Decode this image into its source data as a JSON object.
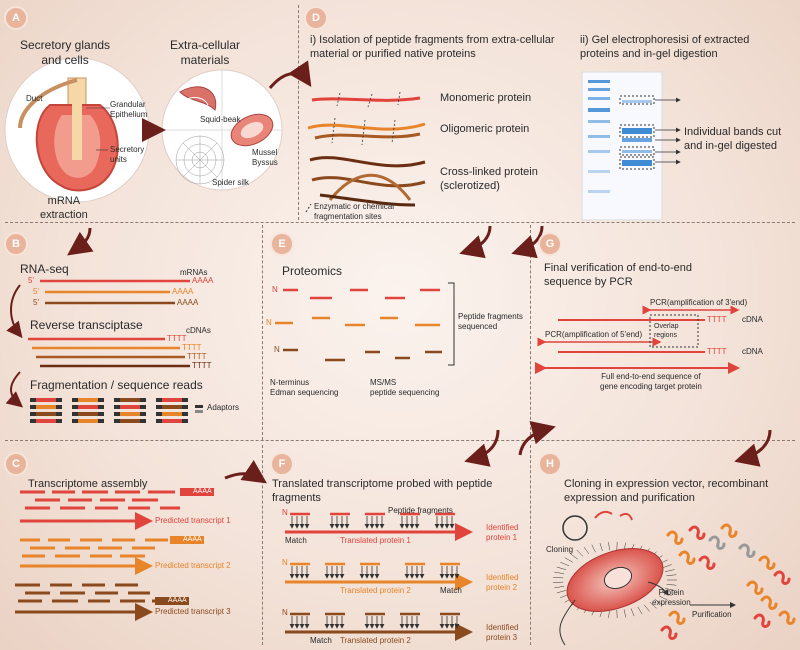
{
  "panelA": {
    "badge": "A",
    "title": "Secretory glands\nand cells",
    "ecm_title": "Extra-cellular\nmaterials",
    "duct": "Duct",
    "epithelium": "Grandular\nEpithelium",
    "secretory_units": "Secretory\nunits",
    "squid": "Squid-beak",
    "mussel": "Mussel\nByssus",
    "spider": "Spider silk",
    "mrna": "mRNA\nextraction"
  },
  "panelD": {
    "badge": "D",
    "title_i": "i) Isolation of peptide fragments from extra-cellular\nmaterial or purified native proteins",
    "title_ii": "ii) Gel electrophoresisi of extracted\nproteins and in-gel digestion",
    "monomeric": "Monomeric protein",
    "oligomeric": "Oligomeric protein",
    "crosslinked": "Cross-linked protein\n(sclerotized)",
    "frag_sites": "Enzymatic or chemical\nfragmentation sites",
    "bands": "Individual bands cut\nand in-gel digested"
  },
  "panelB": {
    "badge": "B",
    "title": "RNA-seq",
    "mrnas": "mRNAs",
    "five": "5'",
    "aaaa": "AAAA",
    "rt": "Reverse transciptase",
    "cdnas": "cDNAs",
    "tttt": "TTTT",
    "frag": "Fragmentation / sequence reads",
    "adaptors": "Adaptors"
  },
  "panelE": {
    "badge": "E",
    "title": "Proteomics",
    "n": "N",
    "peptide_seq": "Peptide fragments\nsequenced",
    "edman": "N-terminus\nEdman sequencing",
    "msms": "MS/MS\npeptide sequencing"
  },
  "panelG": {
    "badge": "G",
    "title": "Final verification of end-to-end\nsequence by PCR",
    "pcr3": "PCR(amplification of 3'end)",
    "pcr5": "PCR(amplification of 5'end)",
    "overlap": "Overlap\nregions",
    "tttt": "TTTT",
    "cdna": "cDNA",
    "full": "Full end-to-end sequence of\ngene encoding target protein"
  },
  "panelC": {
    "badge": "C",
    "title": "Transcriptome assembly",
    "aaaa": "AAAA",
    "pt1": "Predicted transcript 1",
    "pt2": "Predicted transcript 2",
    "pt3": "Predicted transcript 3"
  },
  "panelF": {
    "badge": "F",
    "title": "Translated transcriptome probed with peptide\nfragments",
    "peptide_fragments": "Peptide fragments",
    "match": "Match",
    "tp1": "Translated protein 1",
    "tp2": "Translated protein 2",
    "tp3": "Translated protein 2",
    "id1": "Identified\nprotein 1",
    "id2": "Identified\nprotein 2",
    "id3": "Identified\nprotein 3",
    "n": "N"
  },
  "panelH": {
    "badge": "H",
    "title": "Cloning in expression vector, recombinant\nexpression and purification",
    "cloning": "Cloning",
    "expression": "Protein\nexpression",
    "purification": "Purification"
  },
  "colors": {
    "red": "#e0443c",
    "orange": "#e8842a",
    "brown": "#8a4a1e",
    "arrow": "#6b1f1a"
  }
}
